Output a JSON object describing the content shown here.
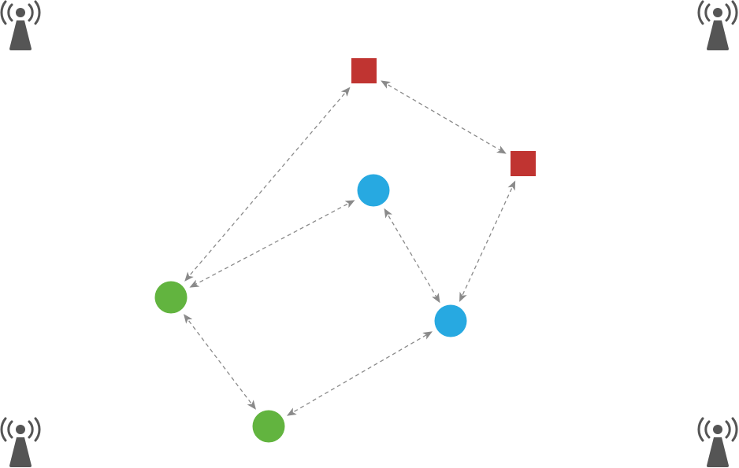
{
  "colors": {
    "background": "#ffffff",
    "antenna": "#555555",
    "square_node": "#c03431",
    "blue_node": "#27a9e1",
    "green_node": "#62b43f",
    "edge": "#8a8a8a"
  },
  "antennas": [
    {
      "id": "antenna-top-left",
      "icon": "radio-tower-icon"
    },
    {
      "id": "antenna-top-right",
      "icon": "radio-tower-icon"
    },
    {
      "id": "antenna-bottom-left",
      "icon": "radio-tower-icon"
    },
    {
      "id": "antenna-bottom-right",
      "icon": "radio-tower-icon"
    }
  ],
  "nodes": [
    {
      "id": "square-node-1",
      "shape": "square",
      "color_key": "square_node"
    },
    {
      "id": "square-node-2",
      "shape": "square",
      "color_key": "square_node"
    },
    {
      "id": "blue-node-1",
      "shape": "circle",
      "color_key": "blue_node"
    },
    {
      "id": "blue-node-2",
      "shape": "circle",
      "color_key": "blue_node"
    },
    {
      "id": "green-node-1",
      "shape": "circle",
      "color_key": "green_node"
    },
    {
      "id": "green-node-2",
      "shape": "circle",
      "color_key": "green_node"
    }
  ],
  "edges": [
    {
      "from": "square-node-1",
      "to": "square-node-2",
      "style": "dashed",
      "arrows": "both"
    },
    {
      "from": "square-node-1",
      "to": "green-node-1",
      "style": "dashed",
      "arrows": "both"
    },
    {
      "from": "square-node-2",
      "to": "blue-node-2",
      "style": "dashed",
      "arrows": "both"
    },
    {
      "from": "blue-node-1",
      "to": "green-node-1",
      "style": "dashed",
      "arrows": "both"
    },
    {
      "from": "blue-node-1",
      "to": "blue-node-2",
      "style": "dashed",
      "arrows": "both"
    },
    {
      "from": "green-node-1",
      "to": "green-node-2",
      "style": "dashed",
      "arrows": "both"
    },
    {
      "from": "green-node-2",
      "to": "blue-node-2",
      "style": "dashed",
      "arrows": "both"
    }
  ]
}
